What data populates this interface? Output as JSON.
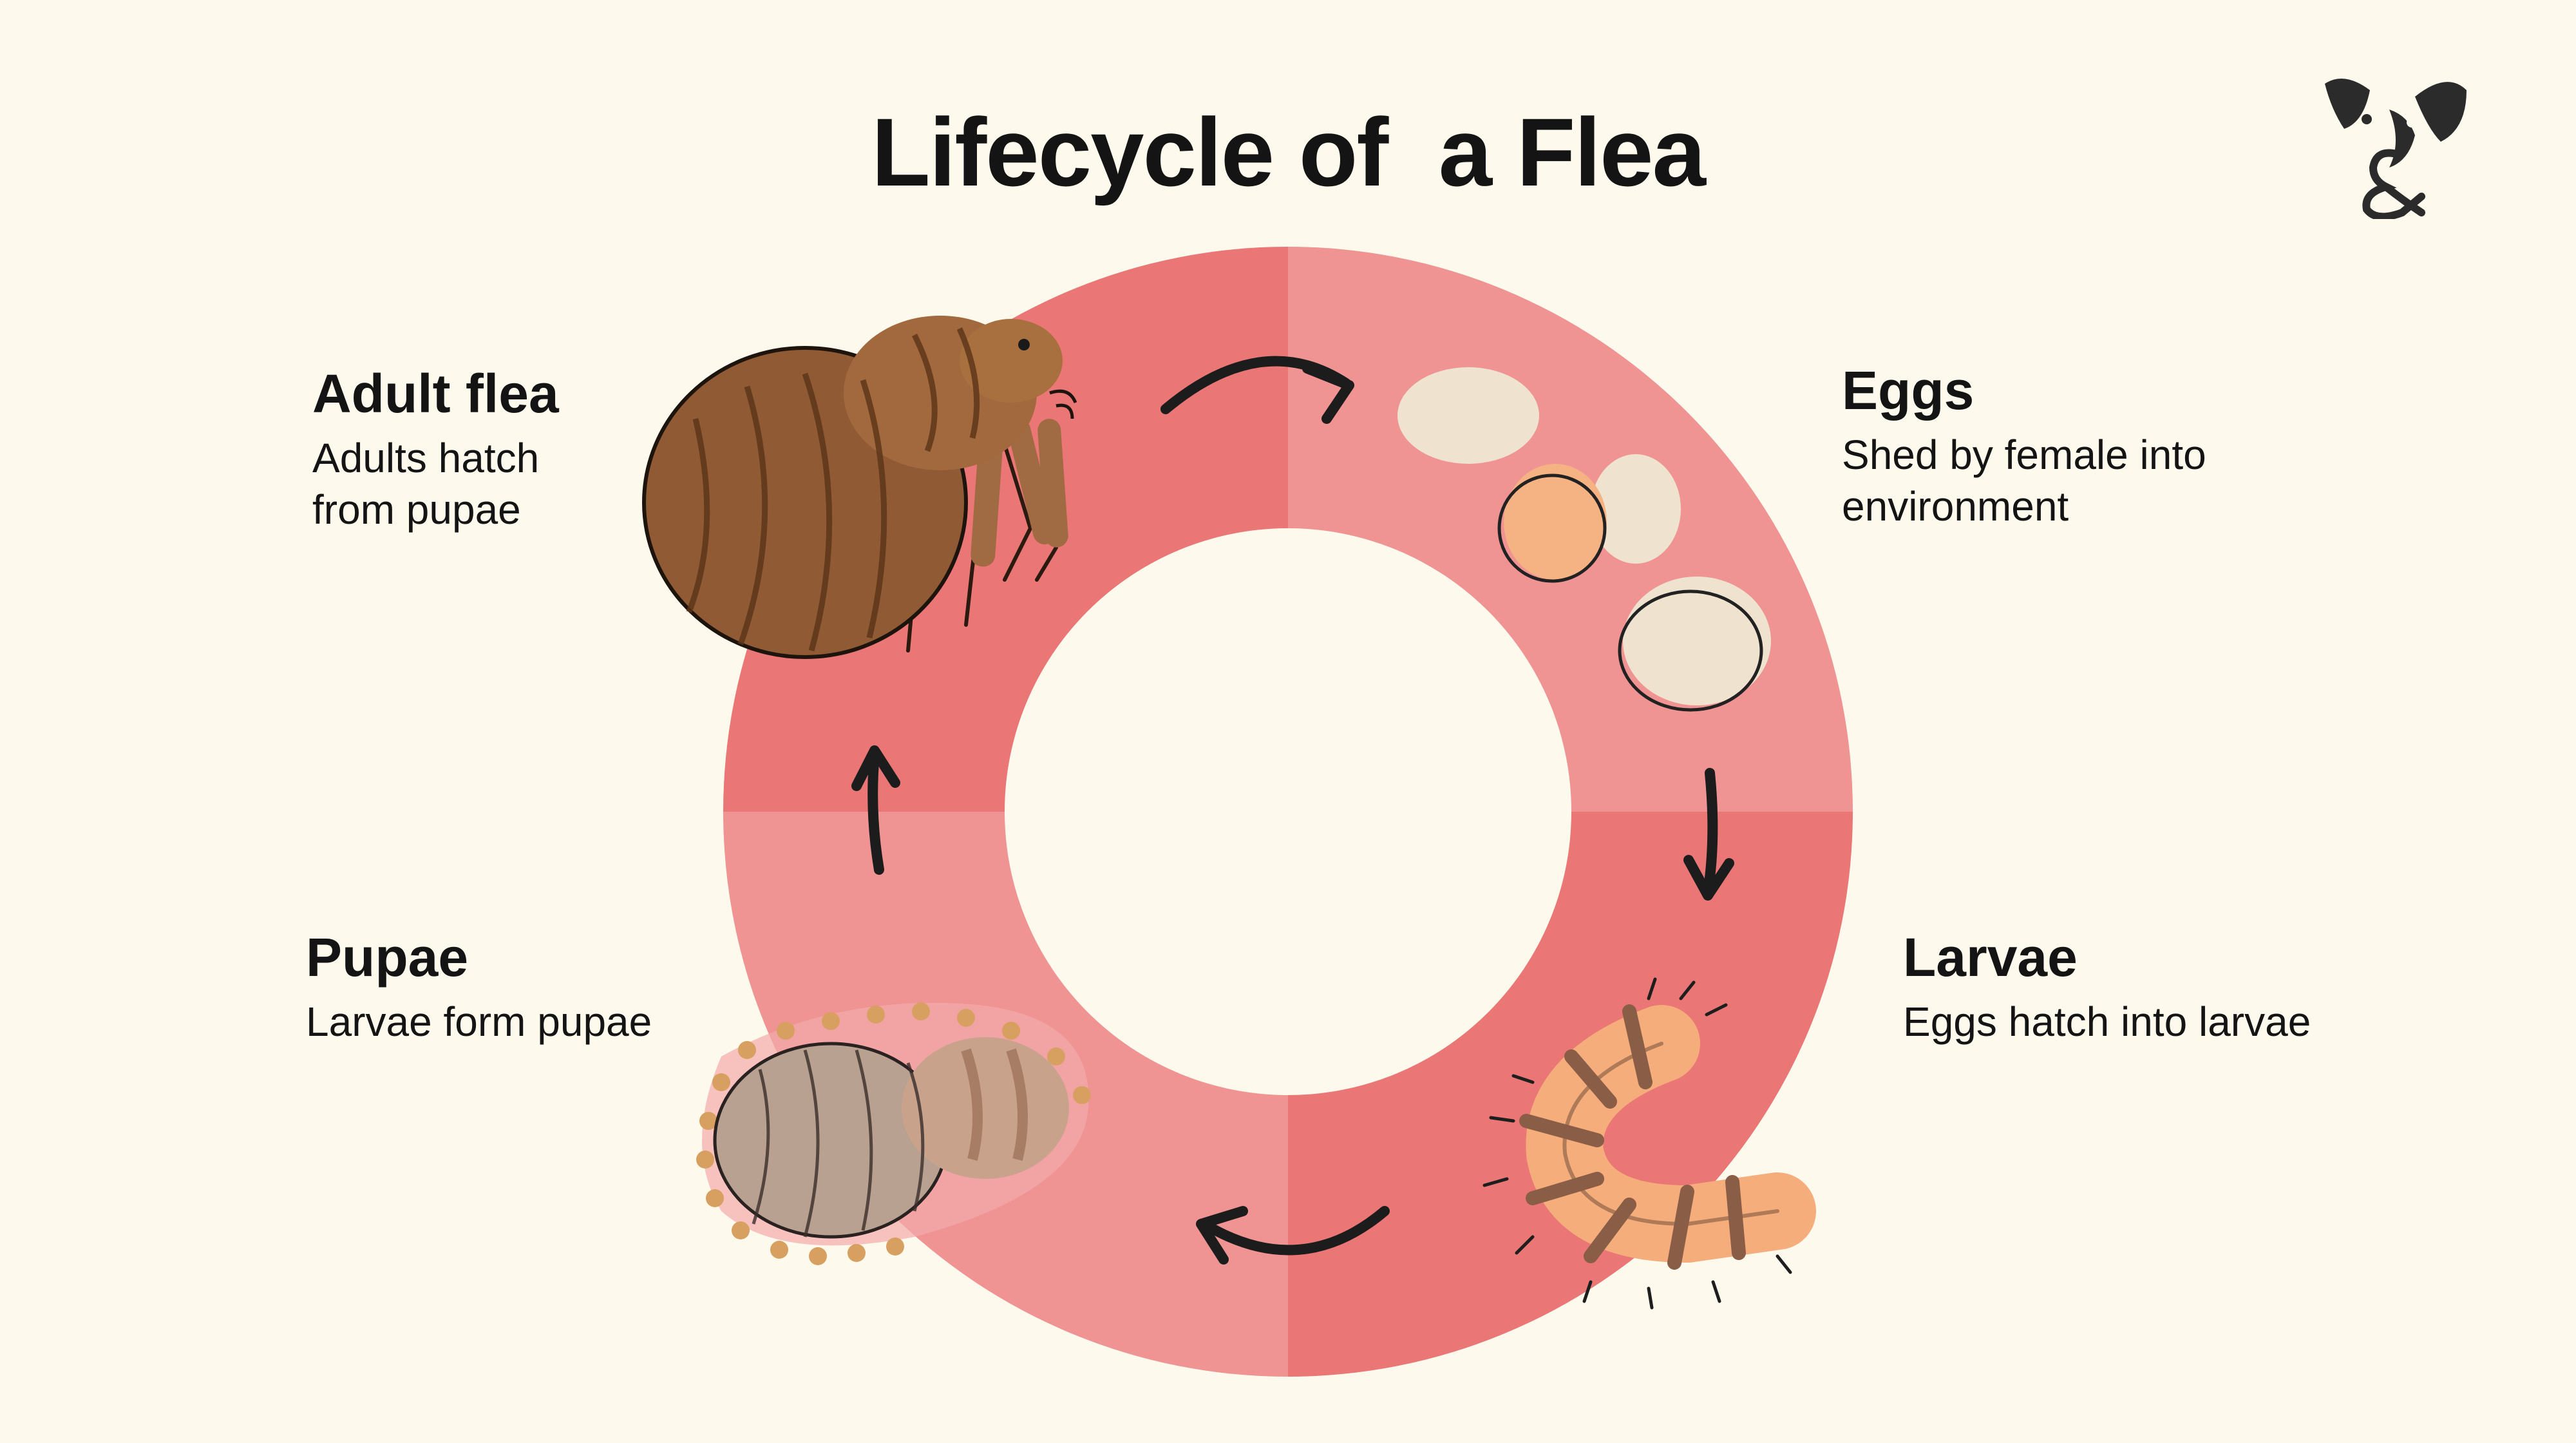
{
  "title": "Lifecycle of  a Flea",
  "colors": {
    "background": "#fdf9ec",
    "ring_dark": "#ea7676",
    "ring_light": "#ef9393",
    "text": "#141414"
  },
  "stages": [
    {
      "id": "adult",
      "title": "Adult flea",
      "desc": "Adults hatch\nfrom pupae",
      "quadrant": "top-left",
      "icon": "adult-flea-icon"
    },
    {
      "id": "eggs",
      "title": "Eggs",
      "desc": "Shed by female into\nenvironment",
      "quadrant": "top-right",
      "icon": "flea-eggs-icon"
    },
    {
      "id": "larvae",
      "title": "Larvae",
      "desc": "Eggs hatch into larvae",
      "quadrant": "bottom-right",
      "icon": "flea-larva-icon"
    },
    {
      "id": "pupae",
      "title": "Pupae",
      "desc": "Larvae form pupae",
      "quadrant": "bottom-left",
      "icon": "flea-pupa-icon"
    }
  ],
  "flow": [
    "adult",
    "eggs",
    "larvae",
    "pupae"
  ],
  "logo_icon": "dog-ampersand-logo-icon"
}
